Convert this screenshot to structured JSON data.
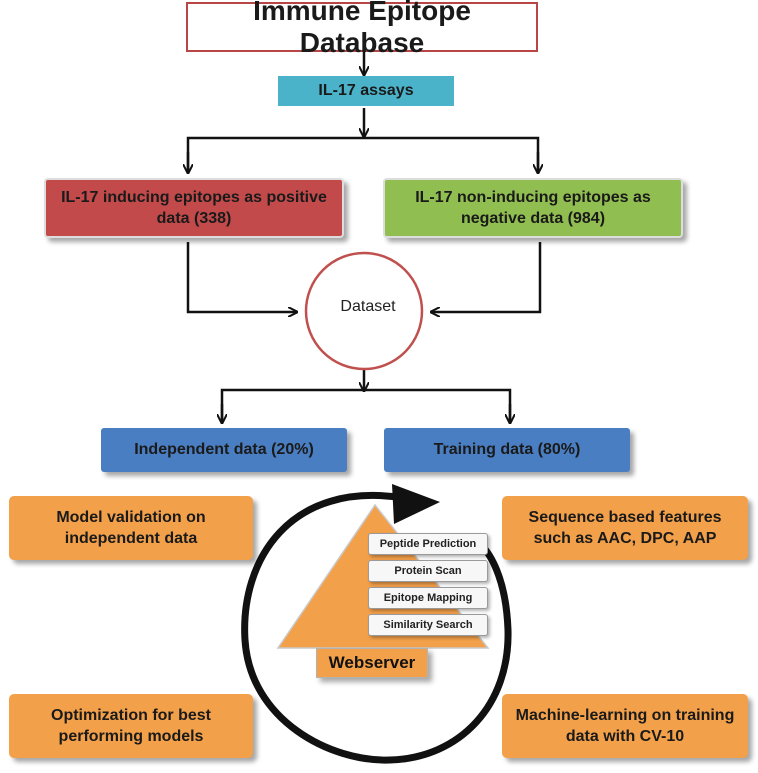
{
  "title": "Immune Epitope Database",
  "assays": "IL-17 assays",
  "positive": "IL-17 inducing epitopes as positive data  (338)",
  "negative": "IL-17  non-inducing epitopes as negative data (984)",
  "dataset": "Dataset",
  "independent": "Independent data (20%)",
  "training": "Training data (80%)",
  "model_validation": "Model validation on independent data",
  "sequence_features": "Sequence based features such as AAC, DPC, AAP",
  "optimization": "Optimization for best performing models",
  "machine_learning": "Machine-learning on training data with CV-10",
  "webserver": {
    "label": "Webserver",
    "tools": [
      "Peptide Prediction",
      "Protein Scan",
      "Epitope Mapping",
      "Similarity Search"
    ]
  },
  "colors": {
    "title_border": "#b94646",
    "assays": "#4bb3c9",
    "positive": "#c24a4a",
    "negative": "#90be50",
    "split": "#4a7ec2",
    "orange": "#f3a04a",
    "dataset_circle": "#c0504d"
  }
}
